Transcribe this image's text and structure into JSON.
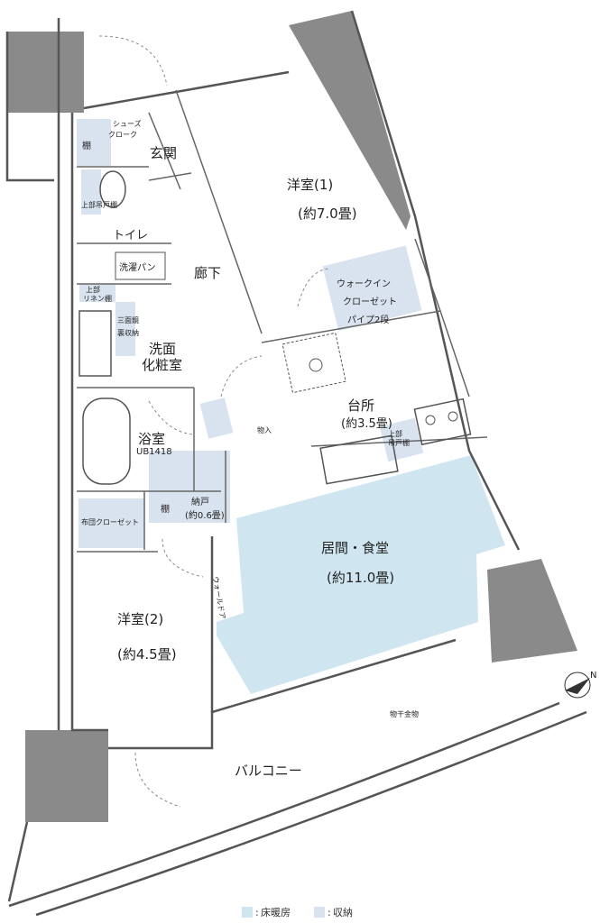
{
  "rooms": {
    "western1": {
      "name": "洋室(1)",
      "size": "(約7.0畳)"
    },
    "western2": {
      "name": "洋室(2)",
      "size": "(約4.5畳)"
    },
    "living": {
      "name": "居間・食堂",
      "size": "(約11.0畳)"
    },
    "kitchen": {
      "name": "台所",
      "size": "(約3.5畳)"
    },
    "entrance": {
      "name": "玄関"
    },
    "corridor": {
      "name": "廊下"
    },
    "toilet": {
      "name": "トイレ"
    },
    "washroom": {
      "name_line1": "洗面",
      "name_line2": "化粧室"
    },
    "bath": {
      "name": "浴室",
      "unit": "UB1418"
    },
    "balcony": {
      "name": "バルコニー"
    }
  },
  "storage": {
    "walk_in_line1": "ウォークイン",
    "walk_in_line2": "クローゼット",
    "walk_in_line3": "パイプ2段",
    "nando": "納戸",
    "nando_size": "(約0.6畳)",
    "futon_closet": "布団クローゼット",
    "shelf_top": "棚",
    "shelf_nando": "棚",
    "shoe_closet_line1": "シューズ",
    "shoe_closet_line2": "クローク",
    "toilet_shelf": "上部吊戸棚",
    "linen_line1": "上部",
    "linen_line2": "リネン棚",
    "wash_shelf_line1": "三面鏡",
    "wash_shelf_line2": "裏収納",
    "kitchen_shelf_line1": "上部",
    "kitchen_shelf_line2": "吊戸棚",
    "mono_ire": "物入"
  },
  "labels": {
    "wall_door": "ウォールドア",
    "laundry_pan": "洗濯パン",
    "drying_rack": "物干金物"
  },
  "legend": {
    "floor_heating": "床暖房",
    "storage": "収納",
    "prefix": ":"
  },
  "colors": {
    "floor_heating": "#cfe6f1",
    "storage": "#d8e3ef",
    "pillar": "#8a8a8a",
    "wall": "#555555"
  },
  "compass": {
    "label": "N"
  }
}
